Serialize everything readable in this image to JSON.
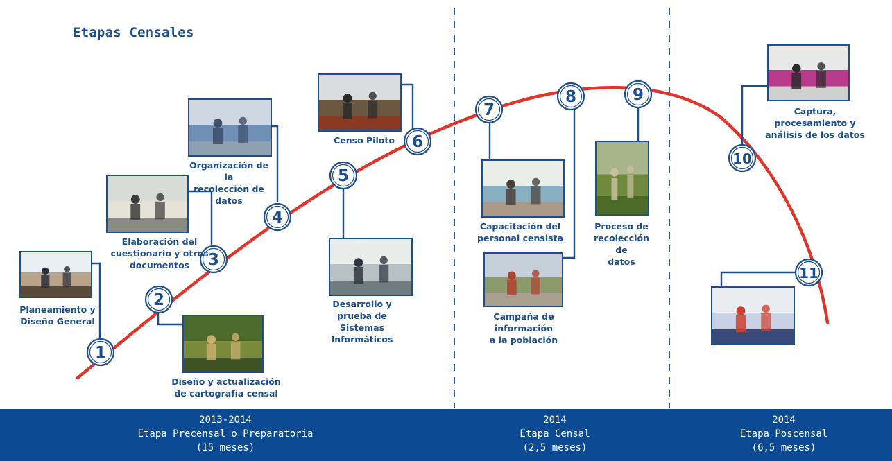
{
  "title": "Etapas Censales",
  "colors": {
    "blue": "#1d4f8c",
    "red": "#e0352b",
    "footer": "#0c4b93"
  },
  "steps": [
    {
      "number": "1",
      "label": "Planeamiento y\nDiseño General",
      "photo_icon": "meeting-photo-icon"
    },
    {
      "number": "2",
      "label": "Diseño y actualización\nde cartografía censal",
      "photo_icon": "field-survey-photo-icon"
    },
    {
      "number": "3",
      "label": "Elaboración del\ncuestionario y otros\ndocumentos",
      "photo_icon": "office-photo-icon"
    },
    {
      "number": "4",
      "label": "Organización de la\nrecolección de\ndatos",
      "photo_icon": "classroom-photo-icon"
    },
    {
      "number": "5",
      "label": "Desarrollo y\nprueba de Sistemas\nInformáticos",
      "photo_icon": "computer-room-photo-icon"
    },
    {
      "number": "6",
      "label": "Censo Piloto",
      "photo_icon": "tractor-photo-icon"
    },
    {
      "number": "7",
      "label": "Capacitación del\npersonal censista",
      "photo_icon": "training-photo-icon"
    },
    {
      "number": "8",
      "label": "Campaña de información\na la población",
      "photo_icon": "billboard-photo-icon"
    },
    {
      "number": "9",
      "label": "Proceso de\nrecolección de\ndatos",
      "photo_icon": "enumerator-photo-icon"
    },
    {
      "number": "10",
      "label": "Captura,\nprocesamiento y\nanálisis de los datos",
      "photo_icon": "scanner-photo-icon"
    },
    {
      "number": "11",
      "label": "",
      "photo_icon": "press-conference-photo-icon"
    }
  ],
  "periods": [
    {
      "years": "2013-2014",
      "name": "Etapa Precensal o Preparatoria",
      "duration": "(15 meses)"
    },
    {
      "years": "2014",
      "name": "Etapa Censal",
      "duration": "(2,5 meses)"
    },
    {
      "years": "2014",
      "name": "Etapa Poscensal",
      "duration": "(6,5 meses)"
    }
  ]
}
